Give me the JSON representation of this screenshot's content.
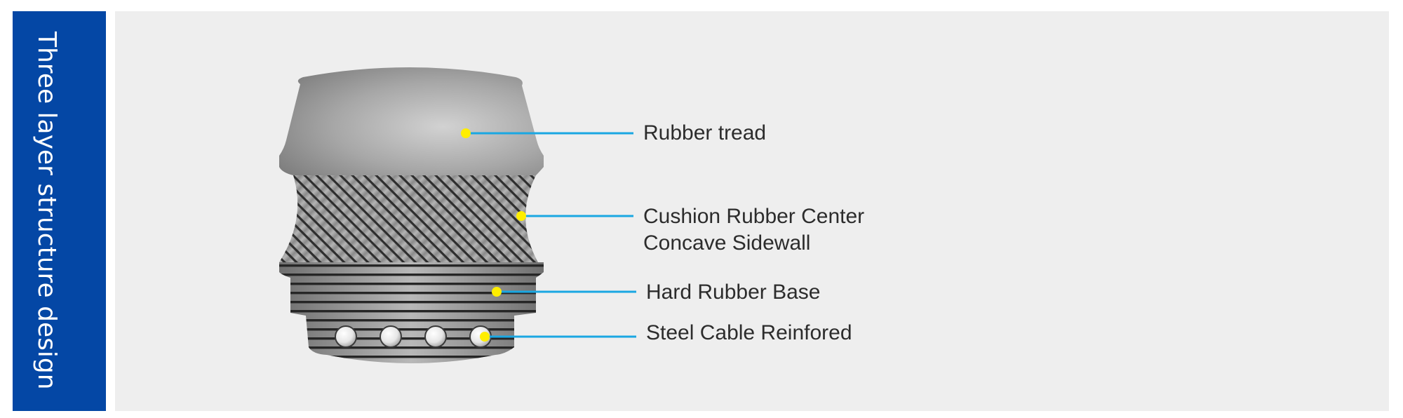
{
  "sidebar": {
    "title": "Three layer structure design"
  },
  "colors": {
    "sidebar_bg": "#0447a5",
    "panel_bg": "#eeeeee",
    "leader_line": "#1aa7e2",
    "marker_dot": "#ffee00",
    "label_text": "#2c2c2c"
  },
  "diagram": {
    "subject": "Solid tire cross-section",
    "callouts": [
      {
        "lines": [
          "Rubber tread"
        ]
      },
      {
        "lines": [
          "Cushion Rubber Center",
          "Concave Sidewall"
        ]
      },
      {
        "lines": [
          "Hard Rubber Base"
        ]
      },
      {
        "lines": [
          "Steel Cable Reinfored"
        ]
      }
    ],
    "steel_cable_count": 4
  }
}
